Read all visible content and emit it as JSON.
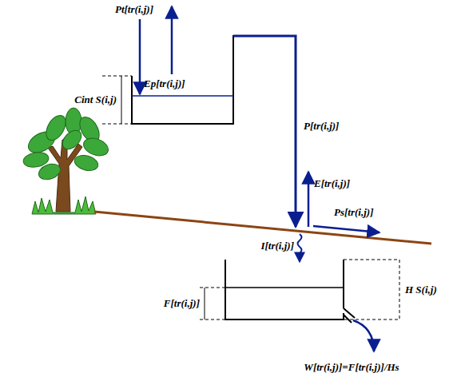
{
  "diagram": {
    "labels": [
      "Pt[tr(i,j)]",
      "Ep[tr(i,j)]",
      "Cint S(i,j)",
      "P[tr(i,j)]",
      "E[tr(i,j)]",
      "Ps[tr(i,j)]",
      "I[tr(i,j)]",
      "F[tr(i,j)]",
      "H S(i,j)",
      "W[tr(i,j)]=F[tr(i,j)]/Hs"
    ]
  }
}
